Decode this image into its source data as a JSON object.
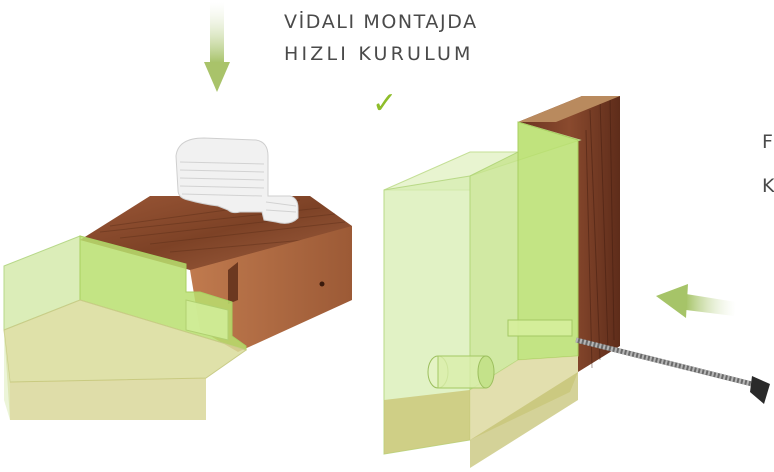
{
  "caption": {
    "line1": "VİDALI MONTAJDA",
    "line2": "HIZLI KURULUM",
    "checkmark": "✓"
  },
  "side_text": {
    "line1": "F",
    "line2": "K"
  },
  "icons": {
    "down_arrow": "down-arrow-icon",
    "left_arrow": "left-arrow-icon",
    "checkmark": "checkmark-icon"
  },
  "colors": {
    "highlight_green": "#b8df6e",
    "arrow_green": "#a9c36a",
    "check_green": "#8ebd2a",
    "wood": "#8a4a2a",
    "text": "#4a4a4a"
  }
}
